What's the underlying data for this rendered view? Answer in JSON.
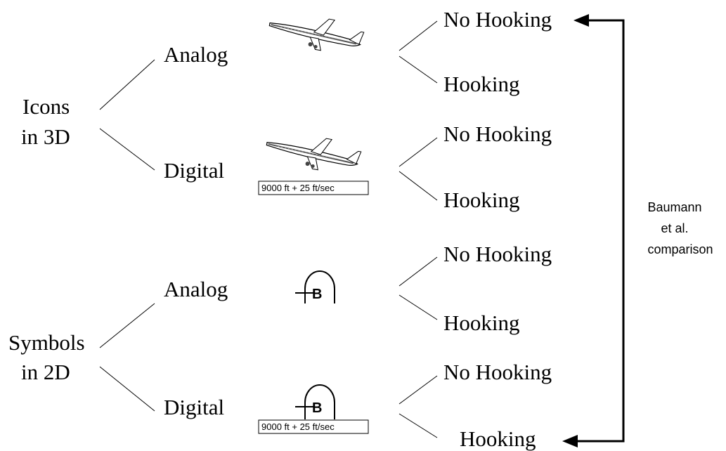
{
  "root_labels": {
    "icons": [
      "Icons",
      "in 3D"
    ],
    "symbols": [
      "Symbols",
      "in 2D"
    ]
  },
  "branch_labels": {
    "icons_analog": "Analog",
    "icons_digital": "Digital",
    "symbols_analog": "Analog",
    "symbols_digital": "Digital"
  },
  "outcomes": [
    "No Hooking",
    "Hooking",
    "No Hooking",
    "Hooking",
    "No Hooking",
    "Hooking",
    "No Hooking",
    "Hooking"
  ],
  "digital_readout": "9000 ft + 25 ft/sec",
  "symbol_letter": "B",
  "comparison_note": [
    "Baumann",
    "et al.",
    "comparison"
  ],
  "icons": {
    "aircraft": "aircraft-icon",
    "symbol": "aircraft-symbol-icon",
    "arrow": "bracket-arrow-icon"
  }
}
